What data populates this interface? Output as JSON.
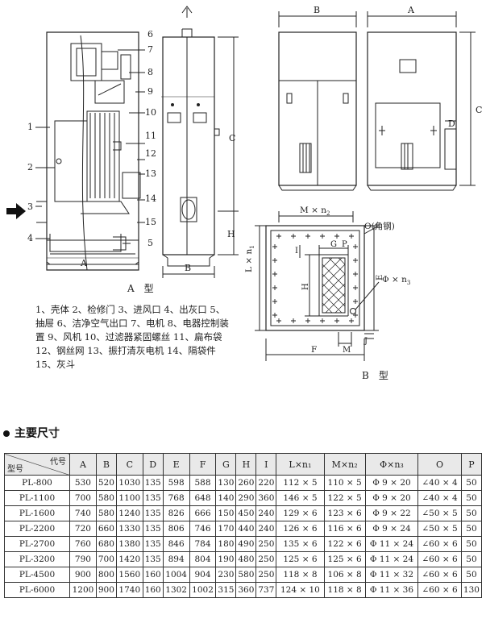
{
  "figure": {
    "labels_a": [
      "1",
      "2",
      "3",
      "4",
      "5",
      "6",
      "7",
      "8",
      "9",
      "10",
      "11",
      "12",
      "13",
      "14",
      "15"
    ],
    "dim_A": "A",
    "dim_B": "B",
    "dim_C": "C",
    "dim_D": "D",
    "dim_H": "H",
    "caption_a": "A　型",
    "caption_b": "B　型",
    "b_labels": {
      "mn": "M × n",
      "mn_sub": "2",
      "ln": "L × n",
      "ln_sub": "1",
      "o": "O(角钢)",
      "g": "G",
      "p": "P",
      "i": "I",
      "h": "H",
      "e": "E",
      "phi": "Φ × n",
      "phi_sub": "3",
      "f": "F",
      "m": "M",
      "j": "J"
    }
  },
  "legend": "1、壳体 2、检修门 3、进风口 4、出灰口 5、抽屉 6、洁净空气出口 7、电机 8、电器控制装置 9、风机 10、过滤器紧固螺丝 11、扁布袋 12、钢丝网 13、振打清灰电机 14、隔袋件 15、灰斗",
  "section_title": "主要尺寸",
  "table": {
    "corner_top": "代号",
    "corner_bottom": "型号",
    "columns": [
      "A",
      "B",
      "C",
      "D",
      "E",
      "F",
      "G",
      "H",
      "I",
      "L×n₁",
      "M×n₂",
      "Φ×n₃",
      "O",
      "P"
    ],
    "rows": [
      [
        "PL-800",
        "530",
        "520",
        "1030",
        "135",
        "598",
        "588",
        "130",
        "260",
        "220",
        "112 × 5",
        "110 × 5",
        "Φ 9 × 20",
        "∠40 × 4",
        "50"
      ],
      [
        "PL-1100",
        "700",
        "580",
        "1100",
        "135",
        "768",
        "648",
        "140",
        "290",
        "360",
        "146 × 5",
        "122 × 5",
        "Φ 9 × 20",
        "∠40 × 4",
        "50"
      ],
      [
        "PL-1600",
        "740",
        "580",
        "1240",
        "135",
        "826",
        "666",
        "150",
        "450",
        "240",
        "129 × 6",
        "123 × 6",
        "Φ 9 × 22",
        "∠50 × 5",
        "50"
      ],
      [
        "PL-2200",
        "720",
        "660",
        "1330",
        "135",
        "806",
        "746",
        "170",
        "440",
        "240",
        "126 × 6",
        "116 × 6",
        "Φ 9 × 24",
        "∠50 × 5",
        "50"
      ],
      [
        "PL-2700",
        "760",
        "680",
        "1380",
        "135",
        "846",
        "784",
        "180",
        "490",
        "250",
        "135 × 6",
        "122 × 6",
        "Φ 11 × 24",
        "∠60 × 6",
        "50"
      ],
      [
        "PL-3200",
        "790",
        "700",
        "1420",
        "135",
        "894",
        "804",
        "190",
        "480",
        "250",
        "125 × 6",
        "125 × 6",
        "Φ 11 × 24",
        "∠60 × 6",
        "50"
      ],
      [
        "PL-4500",
        "900",
        "800",
        "1560",
        "160",
        "1004",
        "904",
        "230",
        "580",
        "250",
        "118 × 8",
        "106 × 8",
        "Φ 11 × 32",
        "∠60 × 6",
        "50"
      ],
      [
        "PL-6000",
        "1200",
        "900",
        "1740",
        "160",
        "1302",
        "1002",
        "315",
        "360",
        "737",
        "124 × 10",
        "118 × 8",
        "Φ 11 × 36",
        "∠60 × 6",
        "130"
      ]
    ]
  }
}
